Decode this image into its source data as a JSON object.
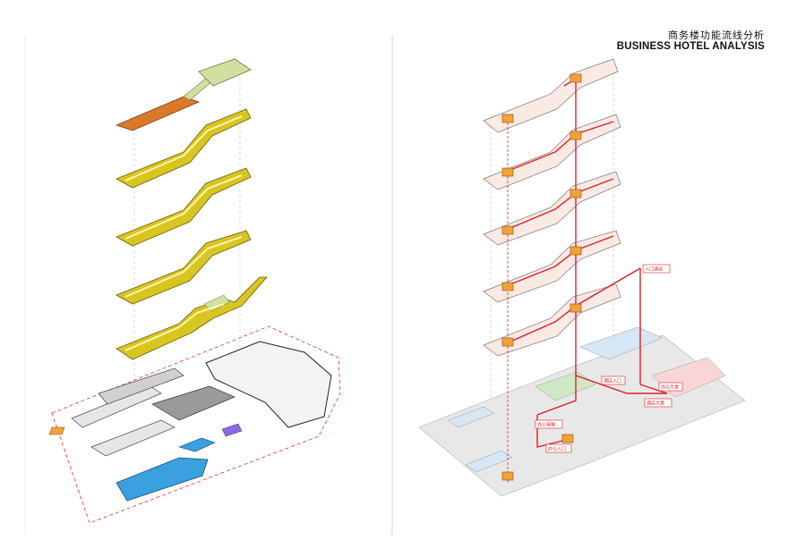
{
  "title": {
    "cn": "商务楼功能流线分析",
    "en": "BUSINESS HOTEL ANALYSIS"
  },
  "colors": {
    "floor_yellow": "#d9c51f",
    "floor_orange": "#d9792a",
    "floor_green": "#cfe0a0",
    "base_gray": "#9a9a9a",
    "base_blue": "#3aa0e0",
    "flow_red": "#e01f26",
    "core_orange": "#f2a23a",
    "boundary_red": "#e04848"
  },
  "annotations": [
    "入口通道",
    "办公大堂",
    "酒店入口",
    "酒店大堂",
    "办公电梯",
    "办公入口"
  ]
}
